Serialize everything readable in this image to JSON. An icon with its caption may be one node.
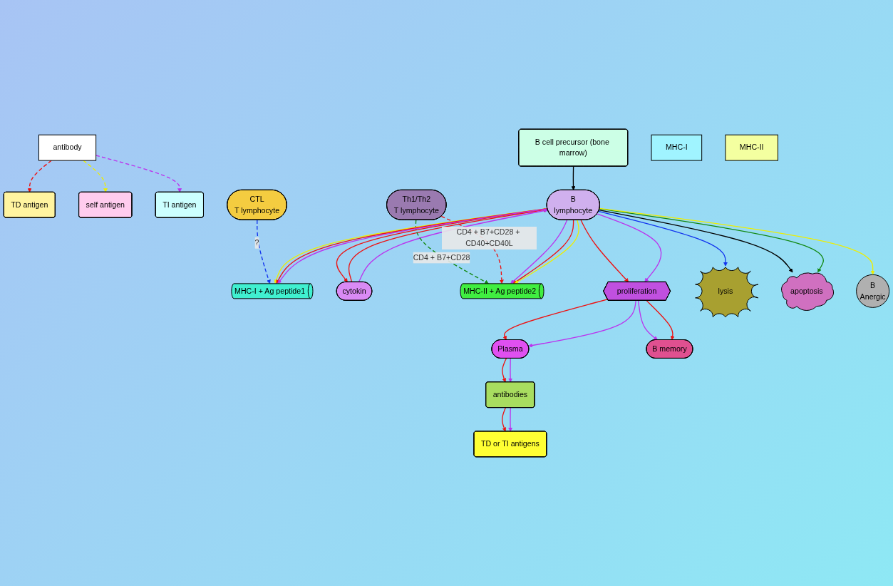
{
  "diagram": {
    "nodes": [
      {
        "text": [
          "B cell precursor (bone marrow)"
        ]
      },
      {
        "text": [
          "CTL",
          "T lymphocyte"
        ]
      },
      {
        "text": [
          "cytokin"
        ]
      },
      {
        "text": [
          "Th1/Th2",
          "T lymphocyte"
        ]
      },
      {
        "text": [
          "TD or TI antigens"
        ]
      },
      {
        "text": [
          "TD antigen"
        ]
      },
      {
        "text": [
          "self antigen"
        ]
      },
      {
        "text": [
          "MHC-I + Ag peptide1"
        ]
      },
      {
        "text": [
          "MHC-II + Ag peptide2"
        ]
      },
      {
        "text": [
          "antibodies"
        ]
      },
      {
        "text": [
          "TI antigen"
        ]
      },
      {
        "text": [
          "antibody"
        ]
      },
      {
        "text": [
          "B",
          "lymphocyte"
        ]
      },
      {
        "text": [
          "MHC-I"
        ]
      },
      {
        "text": [
          "MHC-II"
        ]
      },
      {
        "text": [
          "Plasma"
        ]
      },
      {
        "text": [
          "proliferation"
        ]
      },
      {
        "text": [
          "B memory"
        ]
      },
      {
        "text": [
          "lysis"
        ]
      },
      {
        "text": [
          "apoptosis"
        ]
      },
      {
        "text": [
          "B",
          "Anergic"
        ]
      }
    ],
    "edges": [
      {
        "from": 0,
        "to": 12,
        "arrow": "to",
        "color": "#000000"
      },
      {
        "from": 1,
        "to": 7,
        "arrow": "to",
        "style": "dashed",
        "color": "#1133ee",
        "label": "?"
      },
      {
        "from": 12,
        "to": 2,
        "arrow": "to",
        "color": "#ee1111"
      },
      {
        "from": 2,
        "to": 12,
        "arrow": "to",
        "color": "#ee1111"
      },
      {
        "from": 2,
        "to": 12,
        "arrow": "to",
        "color": "#bb33ee"
      },
      {
        "from": 3,
        "to": 8,
        "arrow": "to",
        "style": "dashed",
        "color": "#118811",
        "label": "CD4 + B7+CD28"
      },
      {
        "from": 3,
        "to": 8,
        "arrow": "to",
        "style": "dashed",
        "color": "#ee1111",
        "label": "CD4 + B7+CD28 + CD40+CD40L"
      },
      {
        "from": 12,
        "to": 7,
        "arrow": "to",
        "color": "#eeee00"
      },
      {
        "from": 12,
        "to": 7,
        "arrow": "to",
        "color": "#ee1111"
      },
      {
        "from": 12,
        "to": 7,
        "arrow": "to",
        "color": "#bb33ee"
      },
      {
        "from": 12,
        "to": 8,
        "arrow": "to",
        "color": "#bb33ee"
      },
      {
        "from": 12,
        "to": 8,
        "arrow": "to",
        "color": "#ee1111"
      },
      {
        "from": 12,
        "to": 8,
        "arrow": "to",
        "color": "#eeee00"
      },
      {
        "from": 11,
        "to": 5,
        "arrow": "to",
        "style": "dashed",
        "color": "#ee1111"
      },
      {
        "from": 11,
        "to": 6,
        "arrow": "to",
        "style": "dashed",
        "color": "#eeee00"
      },
      {
        "from": 11,
        "to": 10,
        "arrow": "to",
        "style": "dashed",
        "color": "#bb33ee"
      },
      {
        "from": 12,
        "to": 16,
        "arrow": "to",
        "color": "#ee1111"
      },
      {
        "from": 12,
        "to": 16,
        "arrow": "to",
        "color": "#bb33ee"
      },
      {
        "from": 16,
        "to": 15,
        "arrow": "to",
        "color": "#ee1111"
      },
      {
        "from": 16,
        "to": 15,
        "arrow": "to",
        "color": "#bb33ee"
      },
      {
        "from": 16,
        "to": 17,
        "arrow": "to",
        "color": "#bb33ee"
      },
      {
        "from": 16,
        "to": 17,
        "arrow": "to",
        "color": "#ee1111"
      },
      {
        "from": 15,
        "to": 9,
        "arrow": "to",
        "color": "#ee1111"
      },
      {
        "from": 15,
        "to": 9,
        "arrow": "to",
        "color": "#bb33ee"
      },
      {
        "from": 9,
        "to": 4,
        "arrow": "to",
        "color": "#ee1111"
      },
      {
        "from": 9,
        "to": 4,
        "arrow": "to",
        "color": "#bb33ee"
      },
      {
        "from": 12,
        "to": 18,
        "arrow": "to",
        "color": "#1133ee"
      },
      {
        "from": 12,
        "to": 19,
        "arrow": "to",
        "color": "#000000"
      },
      {
        "from": 12,
        "to": 19,
        "arrow": "to",
        "color": "#118811"
      },
      {
        "from": 12,
        "to": 20,
        "arrow": "to",
        "color": "#eeee00"
      }
    ]
  }
}
